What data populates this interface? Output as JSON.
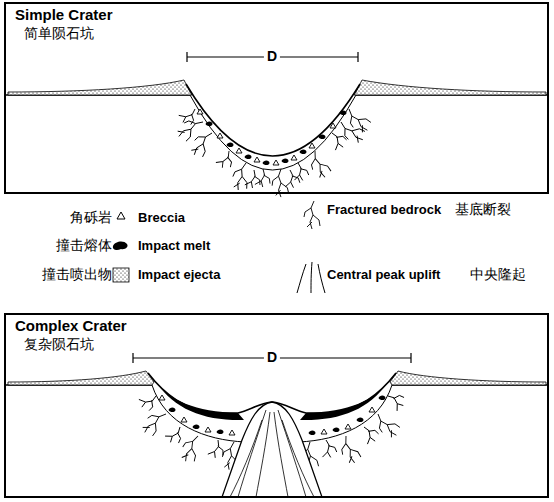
{
  "diagram": {
    "nodes": [
      {
        "text": [
          "Simple Crater",
          "简单陨石坑"
        ]
      },
      {
        "text": [
          "Complex Crater",
          "复杂陨石坑"
        ]
      }
    ],
    "labels": [
      "D",
      "角砾岩",
      "撞击熔体",
      "撞击喷出物",
      "基底断裂",
      "中央隆起",
      "D"
    ],
    "legend": [
      {
        "text": "Breccia"
      },
      {
        "text": "Impact melt"
      },
      {
        "text": "Impact ejecta"
      },
      {
        "text": "Fractured bedrock"
      },
      {
        "text": "Central peak uplift"
      }
    ]
  }
}
